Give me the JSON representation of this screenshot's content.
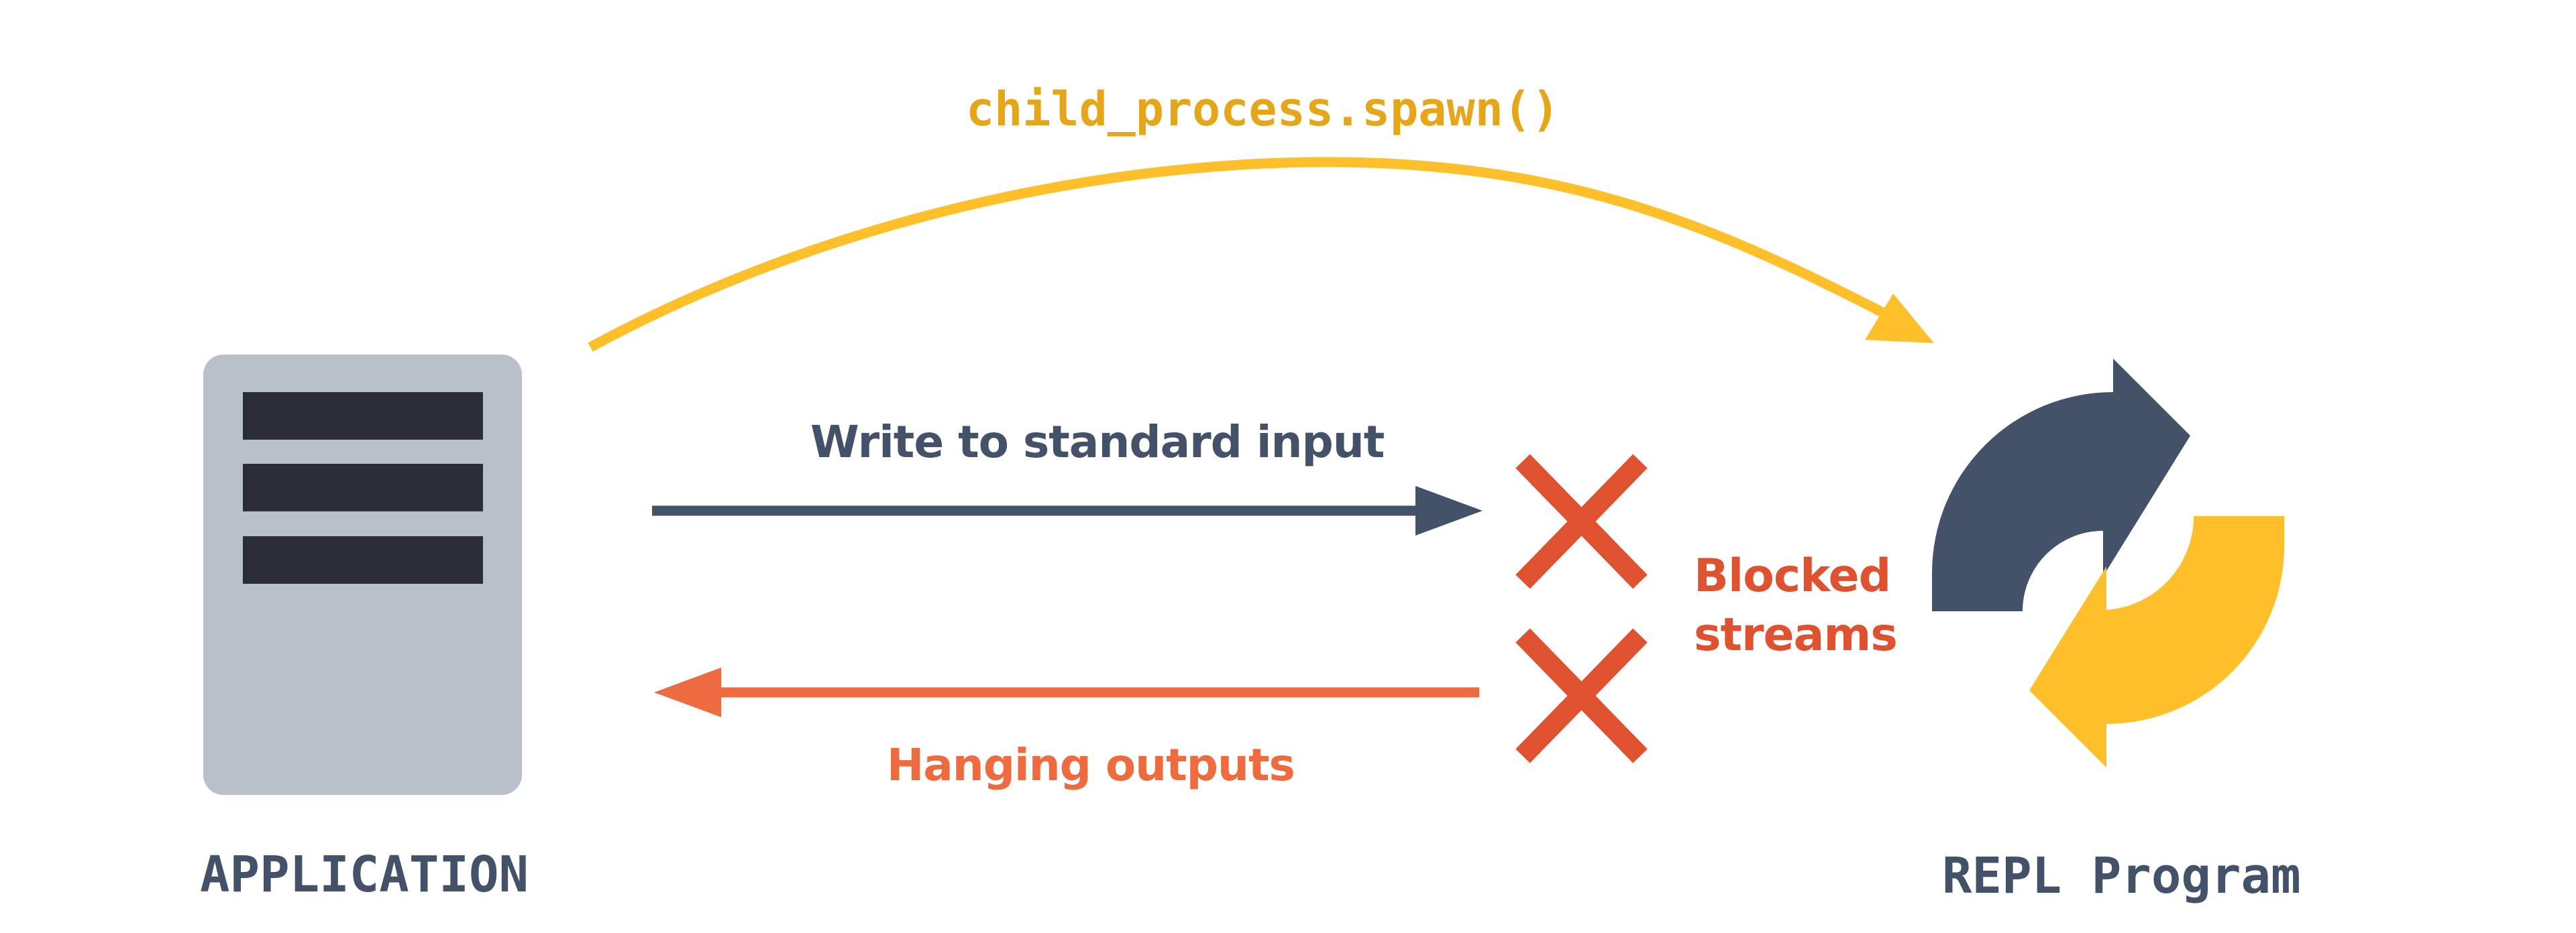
{
  "spawn_call": "child_process.spawn()",
  "write_label": "Write to standard input",
  "hanging_label": "Hanging outputs",
  "blocked": {
    "line1": "Blocked",
    "line2": "streams"
  },
  "application_label": "APPLICATION",
  "repl_label": "REPL Program",
  "colors": {
    "yellow": "#FDC02A",
    "yellow_text": "#E5A719",
    "navy": "#435269",
    "orange": "#EE6A3F",
    "red": "#DF5230",
    "server_body": "#B8C0CA",
    "server_slot": "#2A2D36"
  },
  "icons": {
    "application": "server-icon",
    "repl": "refresh-cycle-icon",
    "blocked": "x-mark-icon"
  }
}
